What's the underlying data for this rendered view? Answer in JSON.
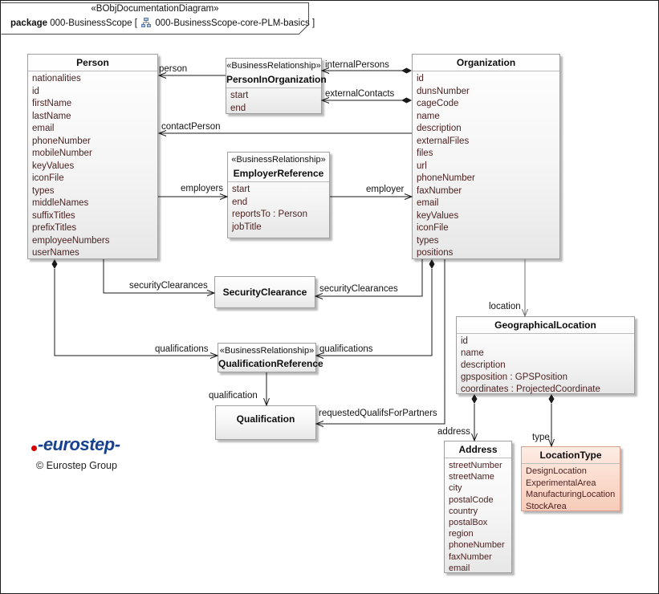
{
  "frame": {
    "stereotype": "«BObjDocumentationDiagram»",
    "kind_label": "package",
    "package_name": "000-BusinessScope",
    "ref_open": "[",
    "ref_name": "000-BusinessScope-core-PLM-basics",
    "ref_close": "]",
    "icon": "diagram-icon"
  },
  "classes": {
    "person": {
      "name": "Person",
      "attributes": [
        "nationalities",
        "id",
        "firstName",
        "lastName",
        "email",
        "phoneNumber",
        "mobileNumber",
        "keyValues",
        "iconFile",
        "types",
        "middleNames",
        "suffixTitles",
        "prefixTitles",
        "employeeNumbers",
        "userNames"
      ]
    },
    "personInOrganization": {
      "stereotype": "«BusinessRelationship»",
      "name": "PersonInOrganization",
      "attributes": [
        "start",
        "end"
      ]
    },
    "organization": {
      "name": "Organization",
      "attributes": [
        "id",
        "dunsNumber",
        "cageCode",
        "name",
        "description",
        "externalFiles",
        "files",
        "url",
        "phoneNumber",
        "faxNumber",
        "email",
        "keyValues",
        "iconFile",
        "types",
        "positions"
      ]
    },
    "employerReference": {
      "stereotype": "«BusinessRelationship»",
      "name": "EmployerReference",
      "attributes": [
        "start",
        "end",
        "reportsTo : Person",
        "jobTitle"
      ]
    },
    "securityClearance": {
      "name": "SecurityClearance",
      "attributes": []
    },
    "qualificationReference": {
      "stereotype": "«BusinessRelationship»",
      "name": "QualificationReference",
      "attributes": []
    },
    "qualification": {
      "name": "Qualification",
      "attributes": []
    },
    "geographicalLocation": {
      "name": "GeographicalLocation",
      "attributes": [
        "id",
        "name",
        "description",
        "gpsposition : GPSPosition",
        "coordinates : ProjectedCoordinate"
      ]
    },
    "address": {
      "name": "Address",
      "attributes": [
        "streetNumber",
        "streetName",
        "city",
        "postalCode",
        "country",
        "postalBox",
        "region",
        "phoneNumber",
        "faxNumber",
        "email"
      ]
    },
    "locationType": {
      "name": "LocationType",
      "attributes": [
        "DesignLocation",
        "ExperimentalArea",
        "ManufacturingLocation",
        "StockArea"
      ]
    }
  },
  "edge_labels": {
    "person": "person",
    "internal_persons": "internalPersons",
    "external_contacts": "externalContacts",
    "contact_person": "contactPerson",
    "employers": "employers",
    "employer": "employer",
    "security_clearances_left": "securityClearances",
    "security_clearances_right": "securityClearances",
    "qualifications_left": "qualifications",
    "qualifications_right": "qualifications",
    "qualification": "qualification",
    "requested_qualifs": "requestedQualifsForPartners",
    "location": "location",
    "address": "address",
    "type": "type"
  },
  "logo": {
    "wordmark": "-eurostep-",
    "copyright": "© Eurostep Group"
  },
  "colors": {
    "attribute_text": "#4a1f1f",
    "box_border": "#9f9f9f",
    "enum_fill": "#fbdacc",
    "enum_border": "#d9a08c",
    "connector": "#1a1a1a",
    "location_connector": "#707070",
    "logo_blue": "#17418e",
    "logo_red": "#d40000"
  }
}
